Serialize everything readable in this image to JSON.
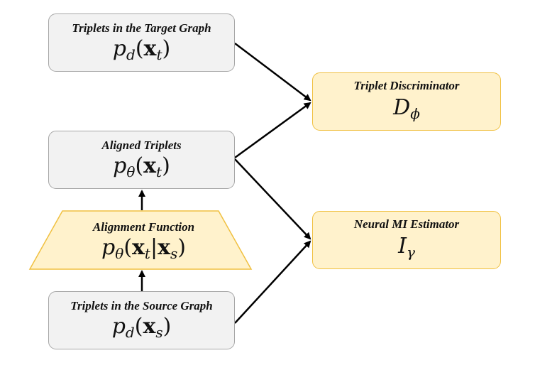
{
  "nodes": {
    "target": {
      "title": "Triplets in the Target Graph",
      "fn": "p",
      "sub": "d",
      "var": "x",
      "var_sub": "t"
    },
    "aligned": {
      "title": "Aligned Triplets",
      "fn": "p",
      "sub": "θ",
      "var": "x",
      "var_sub": "t"
    },
    "alignment": {
      "title": "Alignment Function",
      "fn": "p",
      "sub": "θ",
      "var": "x",
      "var_sub": "t",
      "cond": "x",
      "cond_sub": "s"
    },
    "source": {
      "title": "Triplets in the Source Graph",
      "fn": "p",
      "sub": "d",
      "var": "x",
      "var_sub": "s"
    },
    "discriminator": {
      "title": "Triplet Discriminator",
      "sym": "D",
      "sym_sub": "ϕ"
    },
    "estimator": {
      "title": "Neural MI Estimator",
      "sym": "I",
      "sym_sub": "γ"
    }
  },
  "colors": {
    "gray_fill": "#f2f2f2",
    "gray_border": "#a6a6a6",
    "yellow_fill": "#fff2cc",
    "yellow_border": "#f0c040"
  }
}
